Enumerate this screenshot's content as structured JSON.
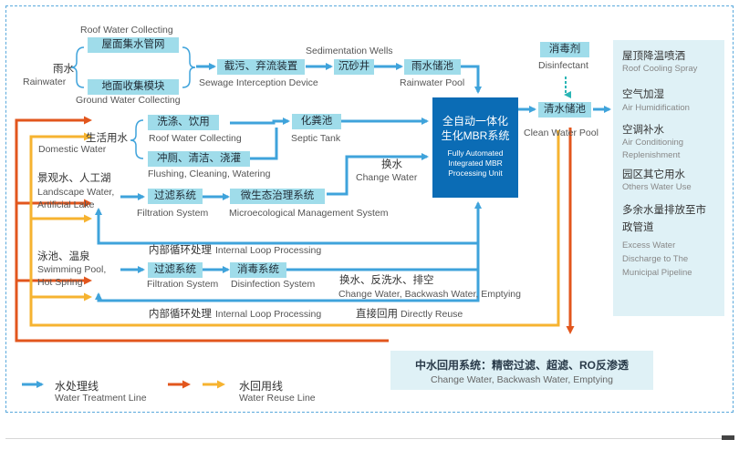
{
  "rain": {
    "cn": "雨水",
    "en": "Rainwater"
  },
  "roof_collect": {
    "en": "Roof Water Collecting",
    "cn": "屋面集水管网"
  },
  "ground_collect": {
    "cn": "地面收集模块",
    "en": "Ground Water Collecting"
  },
  "intercept": {
    "cn": "截污、弃流装置",
    "en": "Sewage Interception Device"
  },
  "sediment": {
    "en": "Sedimentation Wells",
    "cn": "沉砂井"
  },
  "rain_pool": {
    "cn": "雨水储池",
    "en": "Rainwater Pool"
  },
  "domestic": {
    "cn": "生活用水",
    "en": "Domestic Water"
  },
  "wash": {
    "cn": "洗涤、饮用",
    "en": "Roof Water Collecting"
  },
  "flush": {
    "cn": "冲厕、清洁、浇灌",
    "en": "Flushing, Cleaning, Watering"
  },
  "septic": {
    "cn": "化粪池",
    "en": "Septic Tank"
  },
  "change_water": {
    "cn": "换水",
    "en": "Change Water"
  },
  "landscape": {
    "cn": "景观水、人工湖",
    "en1": "Landscape Water,",
    "en2": "Artificial Lake"
  },
  "filter1": {
    "cn": "过滤系统",
    "en": "Filtration System"
  },
  "micro": {
    "cn": "微生态治理系统",
    "en": "Microecological Management System"
  },
  "loop1": {
    "cn": "内部循环处理",
    "en": "Internal Loop Processing"
  },
  "swim": {
    "cn": "泳池、温泉",
    "en1": "Swimming Pool,",
    "en2": "Hot Spring"
  },
  "filter2": {
    "cn": "过滤系统",
    "en": "Filtration System"
  },
  "disinfect": {
    "cn": "消毒系统",
    "en": "Disinfection System"
  },
  "change_back": {
    "cn": "换水、反洗水、排空",
    "en": "Change Water, Backwash Water, Emptying"
  },
  "loop2": {
    "cn": "内部循环处理",
    "en": "Internal Loop Processing"
  },
  "direct": {
    "cn": "直接回用",
    "en": "Directly Reuse"
  },
  "mbr": {
    "cn1": "全自动一体化",
    "cn2": "生化MBR系统",
    "en1": "Fully Automated",
    "en2": "Integrated MBR",
    "en3": "Processing Unit"
  },
  "disinfectant": {
    "cn": "消毒剂",
    "en": "Disinfectant"
  },
  "clean_pool": {
    "cn": "清水储池",
    "en": "Clean Water Pool"
  },
  "uses": [
    {
      "cn": "屋顶降温喷洒",
      "en": "Roof Cooling Spray"
    },
    {
      "cn": "空气加湿",
      "en": "Air Humidification"
    },
    {
      "cn": "空调补水",
      "en1": "Air Conditioning",
      "en2": "Replenishment"
    },
    {
      "cn": "园区其它用水",
      "en": "Others Water Use"
    },
    {
      "cn1": "多余水量排放至市",
      "cn2": "政管道",
      "en1": "Excess Water",
      "en2": "Discharge to The",
      "en3": "Municipal Pipeline"
    }
  ],
  "reuse_system": {
    "cn": "中水回用系统：精密过滤、超滤、RO反渗透",
    "en": "Change Water, Backwash Water, Emptying"
  },
  "legend": {
    "treat": {
      "cn": "水处理线",
      "en": "Water Treatment Line"
    },
    "reuse": {
      "cn": "水回用线",
      "en": "Water Reuse Line"
    }
  },
  "colors": {
    "treat": "#3fa3db",
    "orange": "#e2561d",
    "yellow": "#f6b330",
    "box": "#9fdcea",
    "mbr": "#0b6cb5",
    "panel": "#dff1f6"
  }
}
